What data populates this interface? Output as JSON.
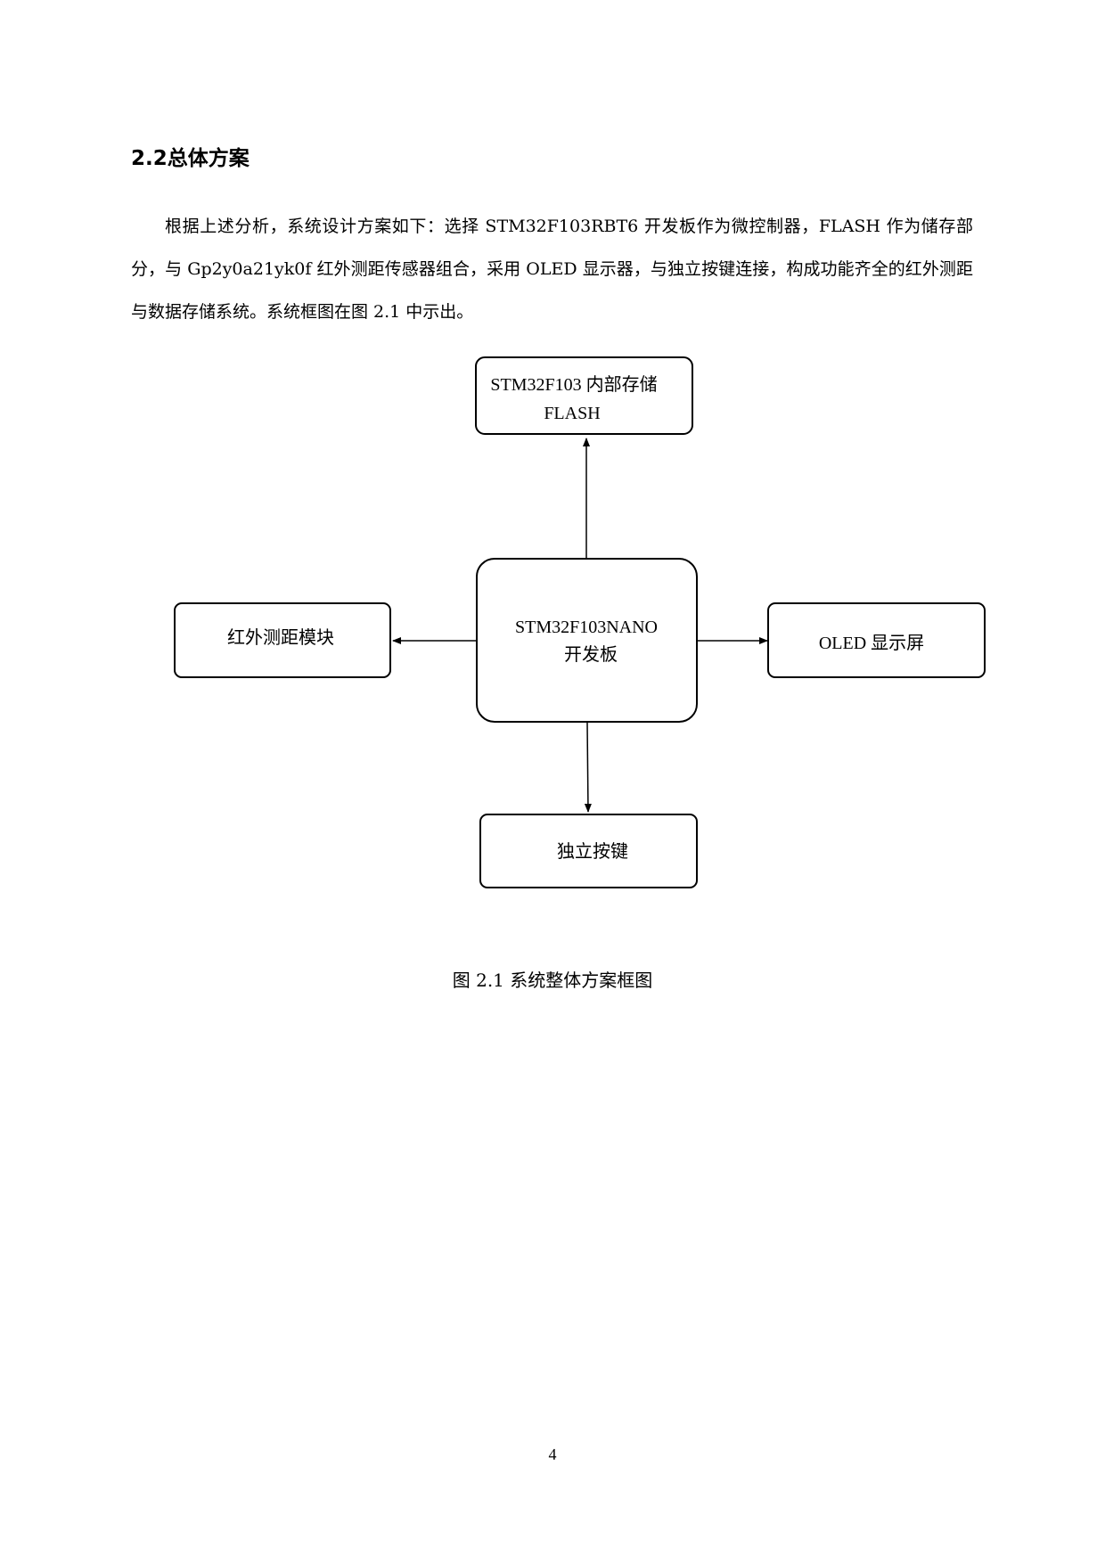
{
  "section": {
    "heading": "2.2总体方案",
    "paragraph": "根据上述分析，系统设计方案如下：选择 STM32F103RBT6 开发板作为微控制器，FLASH 作为储存部分，与 Gp2y0a21yk0f 红外测距传感器组合，采用 OLED 显示器，与独立按键连接，构成功能齐全的红外测距与数据存储系统。系统框图在图 2.1 中示出。"
  },
  "diagram": {
    "center": {
      "line1": "STM32F103NANO",
      "line2": "开发板"
    },
    "top": {
      "line1": "STM32F103 内部存储",
      "line2": "FLASH"
    },
    "left": {
      "label": "红外测距模块"
    },
    "right": {
      "label": "OLED 显示屏"
    },
    "bottom": {
      "label": "独立按键"
    }
  },
  "figure_caption": "图 2.1 系统整体方案框图",
  "page_number": "4"
}
